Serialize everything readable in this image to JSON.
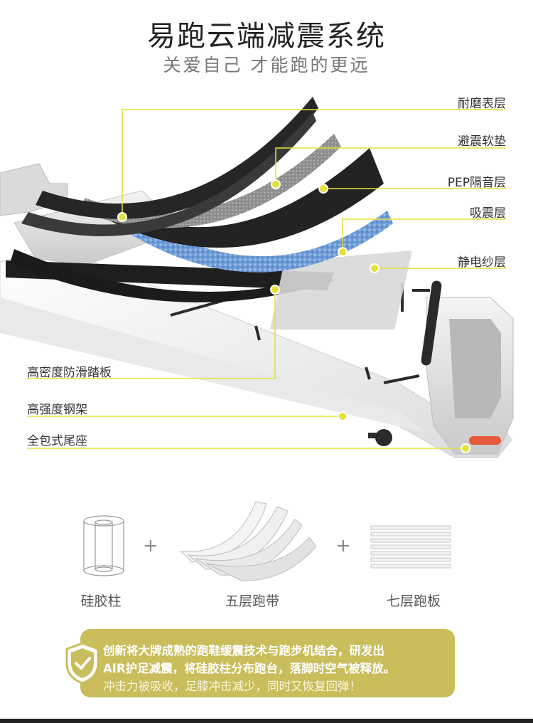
{
  "header": {
    "title": "易跑云端减震系统",
    "subtitle": "关爱自己  才能跑的更远"
  },
  "layers": {
    "right": [
      "耐磨表层",
      "避震软垫",
      "PEP隔音层",
      "吸震层",
      "静电纱层"
    ],
    "left": [
      "高密度防滑踏板",
      "高强度钢架",
      "全包式尾座"
    ]
  },
  "features": {
    "items": [
      "硅胶柱",
      "五层跑带",
      "七层跑板"
    ],
    "plus": "+"
  },
  "banner": {
    "line1": "创新将大牌成熟的跑鞋缓震技术与跑步机结合，研发出",
    "line2": "AIR护足减震，将硅胶柱分布跑台，落脚时空气被释放。",
    "line3": "冲击力被吸收，足膝冲击减少，同时又恢复回弹！"
  },
  "colors": {
    "accent": "#e4e03c",
    "banner": "#c9bd5c",
    "badge": "#c9bd5c",
    "foam": "#6d9bd6"
  },
  "icons": {
    "badge": "shield-check-icon",
    "cylinder": "silicone-column-icon",
    "belt": "layered-belt-icon",
    "board": "stacked-board-icon"
  }
}
